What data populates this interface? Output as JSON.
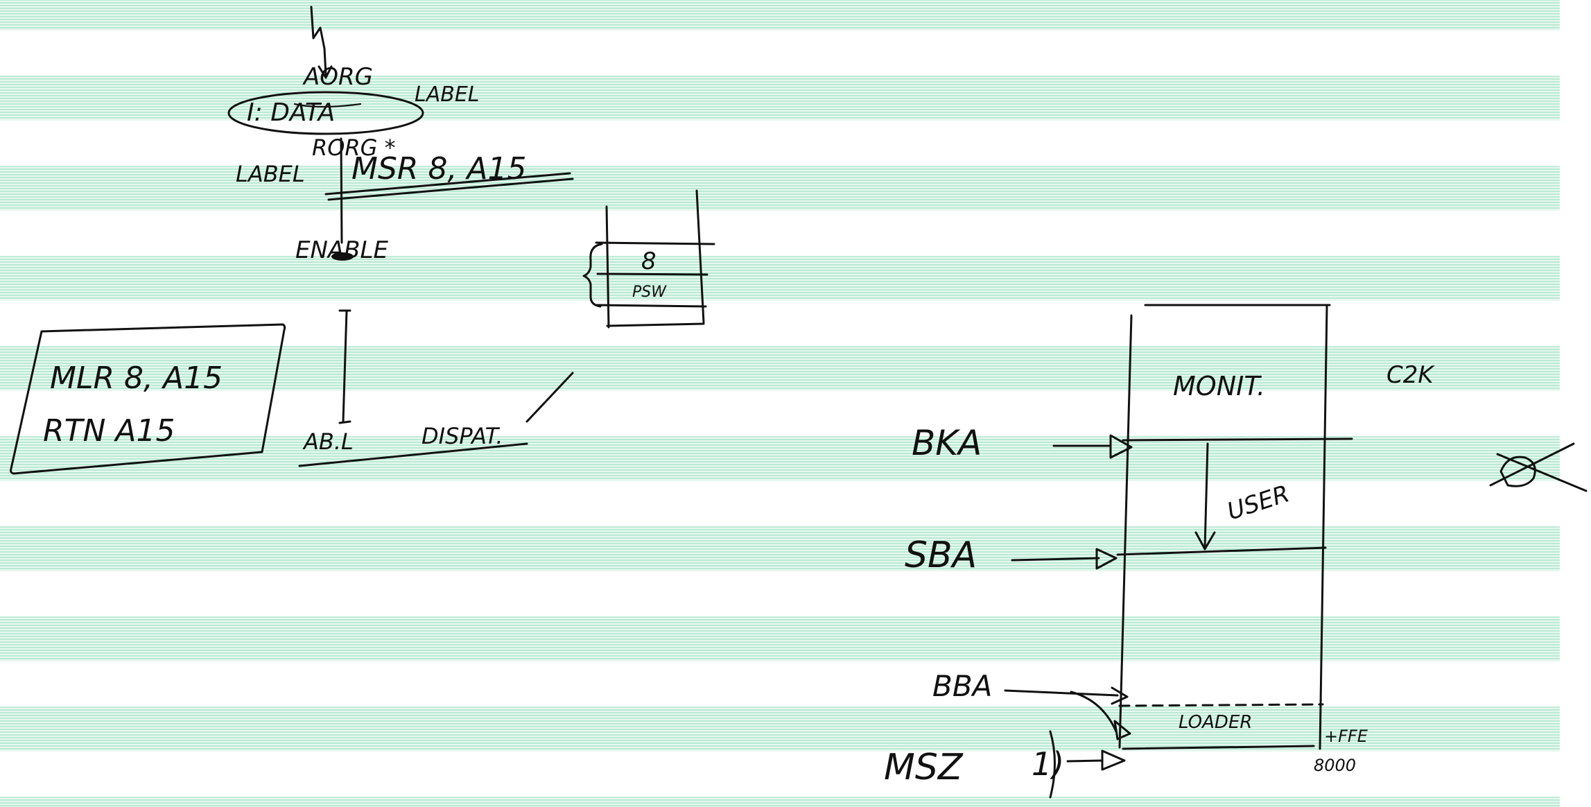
{
  "sheet": {
    "paper": "green-bar continuous form",
    "bar_color": "#8fdcb9"
  },
  "notes": {
    "top_left": {
      "aorg": "AORG",
      "data_line": "I: DATA",
      "label_right": "LABEL",
      "rorg": "RORG *",
      "label_left": "LABEL",
      "msr": "MSR 8, A15",
      "enable": "ENABLE"
    },
    "stack": {
      "cell_8": "8",
      "cell_psw": "PSW"
    },
    "box_left": {
      "line1": "MLR 8, A15",
      "line2": "RTN A15"
    },
    "dispatch": {
      "abl": "AB.L",
      "dispat": "DISPAT."
    },
    "memory_map": {
      "monit": "MONIT.",
      "user": "USER",
      "loader": "LOADER",
      "k2": "C2K",
      "bka": "BKA",
      "sba": "SBA",
      "bba": "BBA",
      "msz": "MSZ",
      "one": "1)",
      "ffe": "+FFE",
      "addr": "8000"
    }
  }
}
